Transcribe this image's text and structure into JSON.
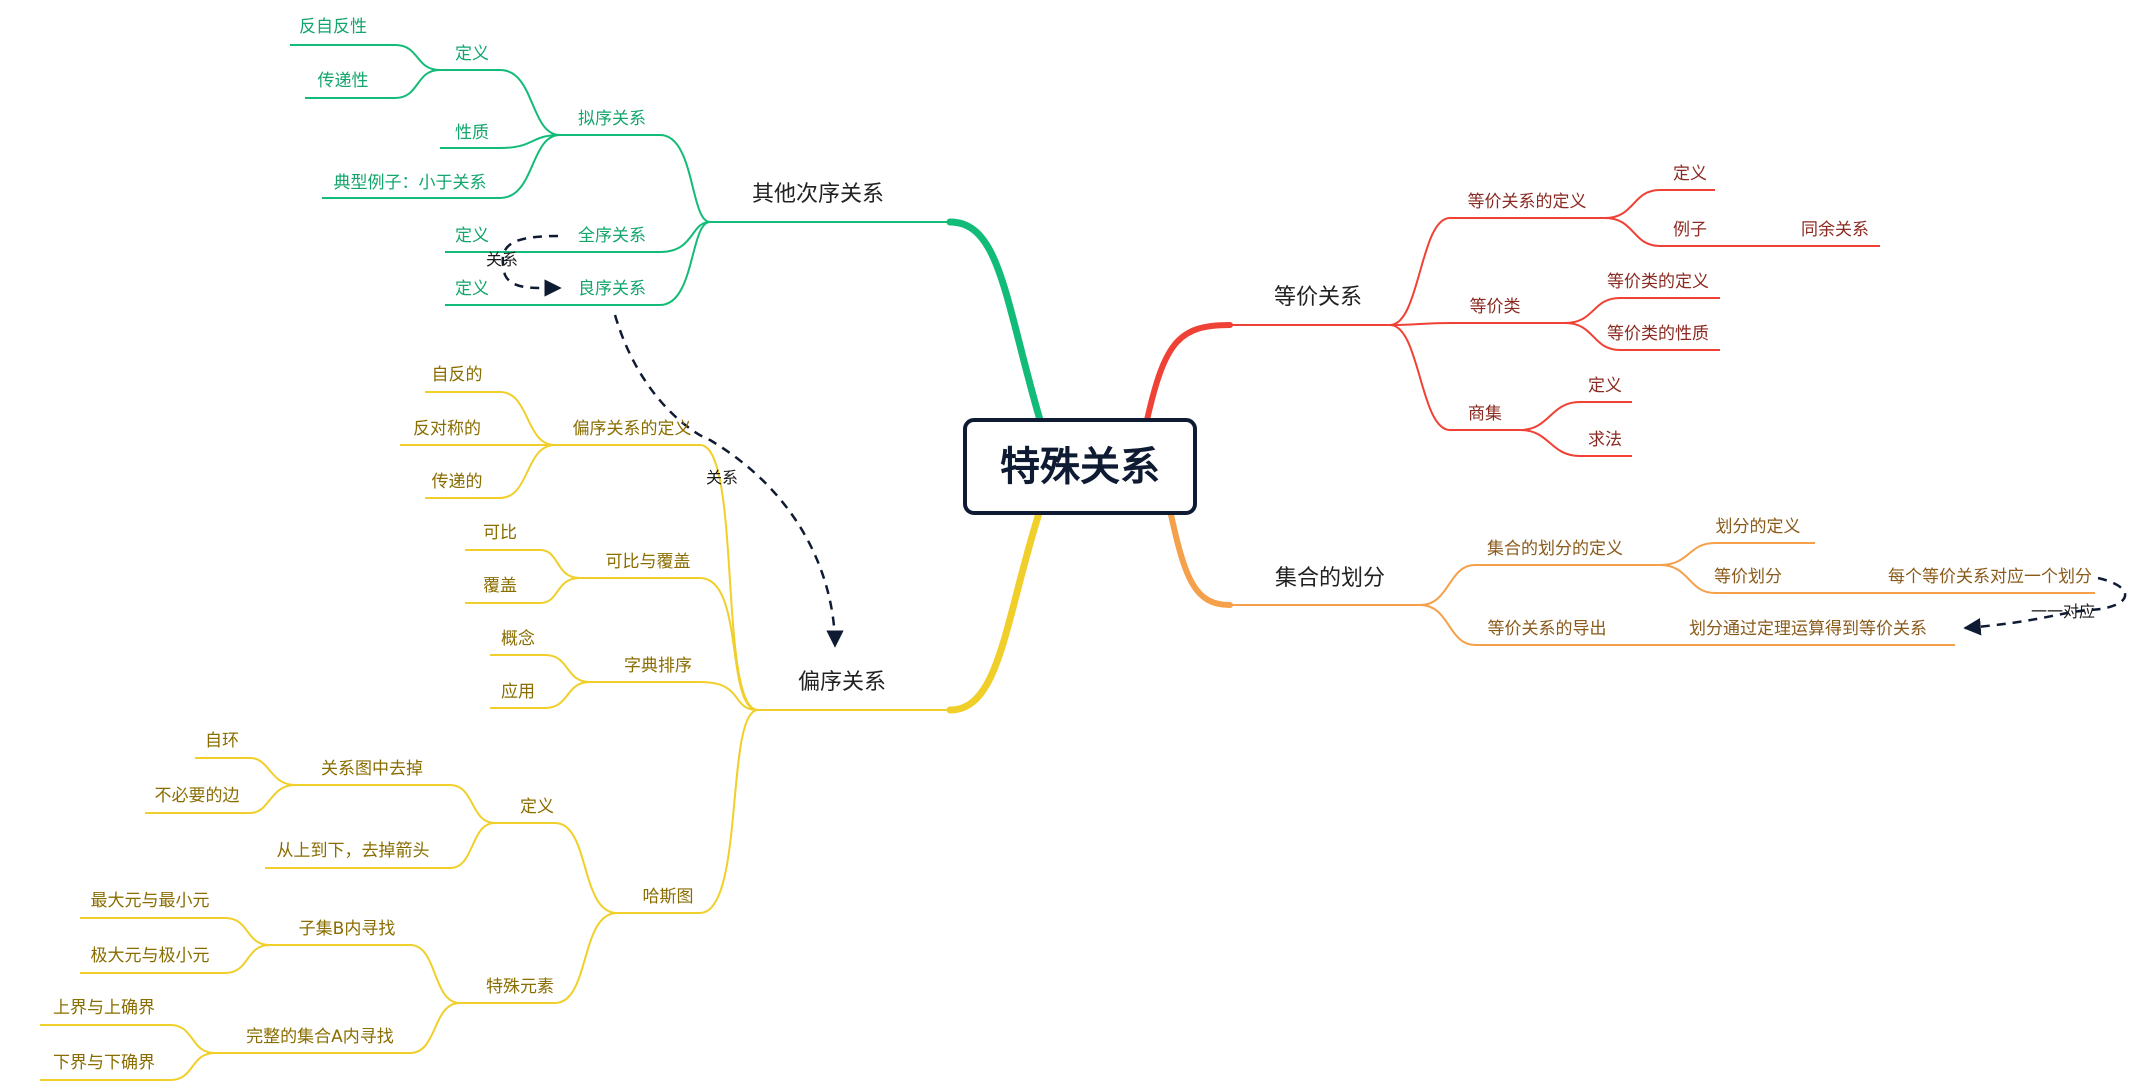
{
  "root": "特殊关系",
  "colors": {
    "green": "#13bb78",
    "red": "#ef4135",
    "orange": "#f5a04a",
    "yellow": "#f1cf2a",
    "text": "#333333",
    "root_border": "#0f1b33",
    "dashed": "#0f1b33"
  },
  "branches": {
    "other_order": {
      "label": "其他次序关系",
      "preorder": {
        "label": "拟序关系",
        "definition": {
          "label": "定义",
          "reflexive": "反自反性",
          "transitive": "传递性"
        },
        "property": "性质",
        "example": "典型例子：小于关系"
      },
      "total_order": {
        "label": "全序关系",
        "definition": "定义"
      },
      "well_order": {
        "label": "良序关系",
        "definition": "定义"
      },
      "relation_label": "关系"
    },
    "partial_order": {
      "label": "偏序关系",
      "definition": {
        "label": "偏序关系的定义",
        "reflexive": "自反的",
        "antisymmetric": "反对称的",
        "transitive": "传递的"
      },
      "comparable": {
        "label": "可比与覆盖",
        "comparable": "可比",
        "cover": "覆盖"
      },
      "lexicographic": {
        "label": "字典排序",
        "concept": "概念",
        "application": "应用"
      },
      "hasse": {
        "label": "哈斯图",
        "definition": {
          "label": "定义",
          "remove": {
            "label": "关系图中去掉",
            "self_loop": "自环",
            "unneeded_edges": "不必要的边"
          },
          "top_down": "从上到下，去掉箭头"
        },
        "special_elements": {
          "label": "特殊元素",
          "subset_b": {
            "label": "子集B内寻找",
            "max_min": "最大元与最小元",
            "maximal_minimal": "极大元与极小元"
          },
          "set_a": {
            "label": "完整的集合A内寻找",
            "upper": "上界与上确界",
            "lower": "下界与下确界"
          }
        }
      },
      "relation_label": "关系"
    },
    "equivalence": {
      "label": "等价关系",
      "definition": {
        "label": "等价关系的定义",
        "definition": "定义",
        "example": "例子",
        "congruence": "同余关系"
      },
      "classes": {
        "label": "等价类",
        "definition": "等价类的定义",
        "property": "等价类的性质"
      },
      "quotient": {
        "label": "商集",
        "definition": "定义",
        "method": "求法"
      }
    },
    "partition": {
      "label": "集合的划分",
      "definition": {
        "label": "集合的划分的定义",
        "definition": "划分的定义",
        "equivalent": "等价划分",
        "note": "每个等价关系对应一个划分"
      },
      "derive": {
        "label": "等价关系的导出",
        "note": "划分通过定理运算得到等价关系"
      },
      "correspondence": "一一对应"
    }
  }
}
